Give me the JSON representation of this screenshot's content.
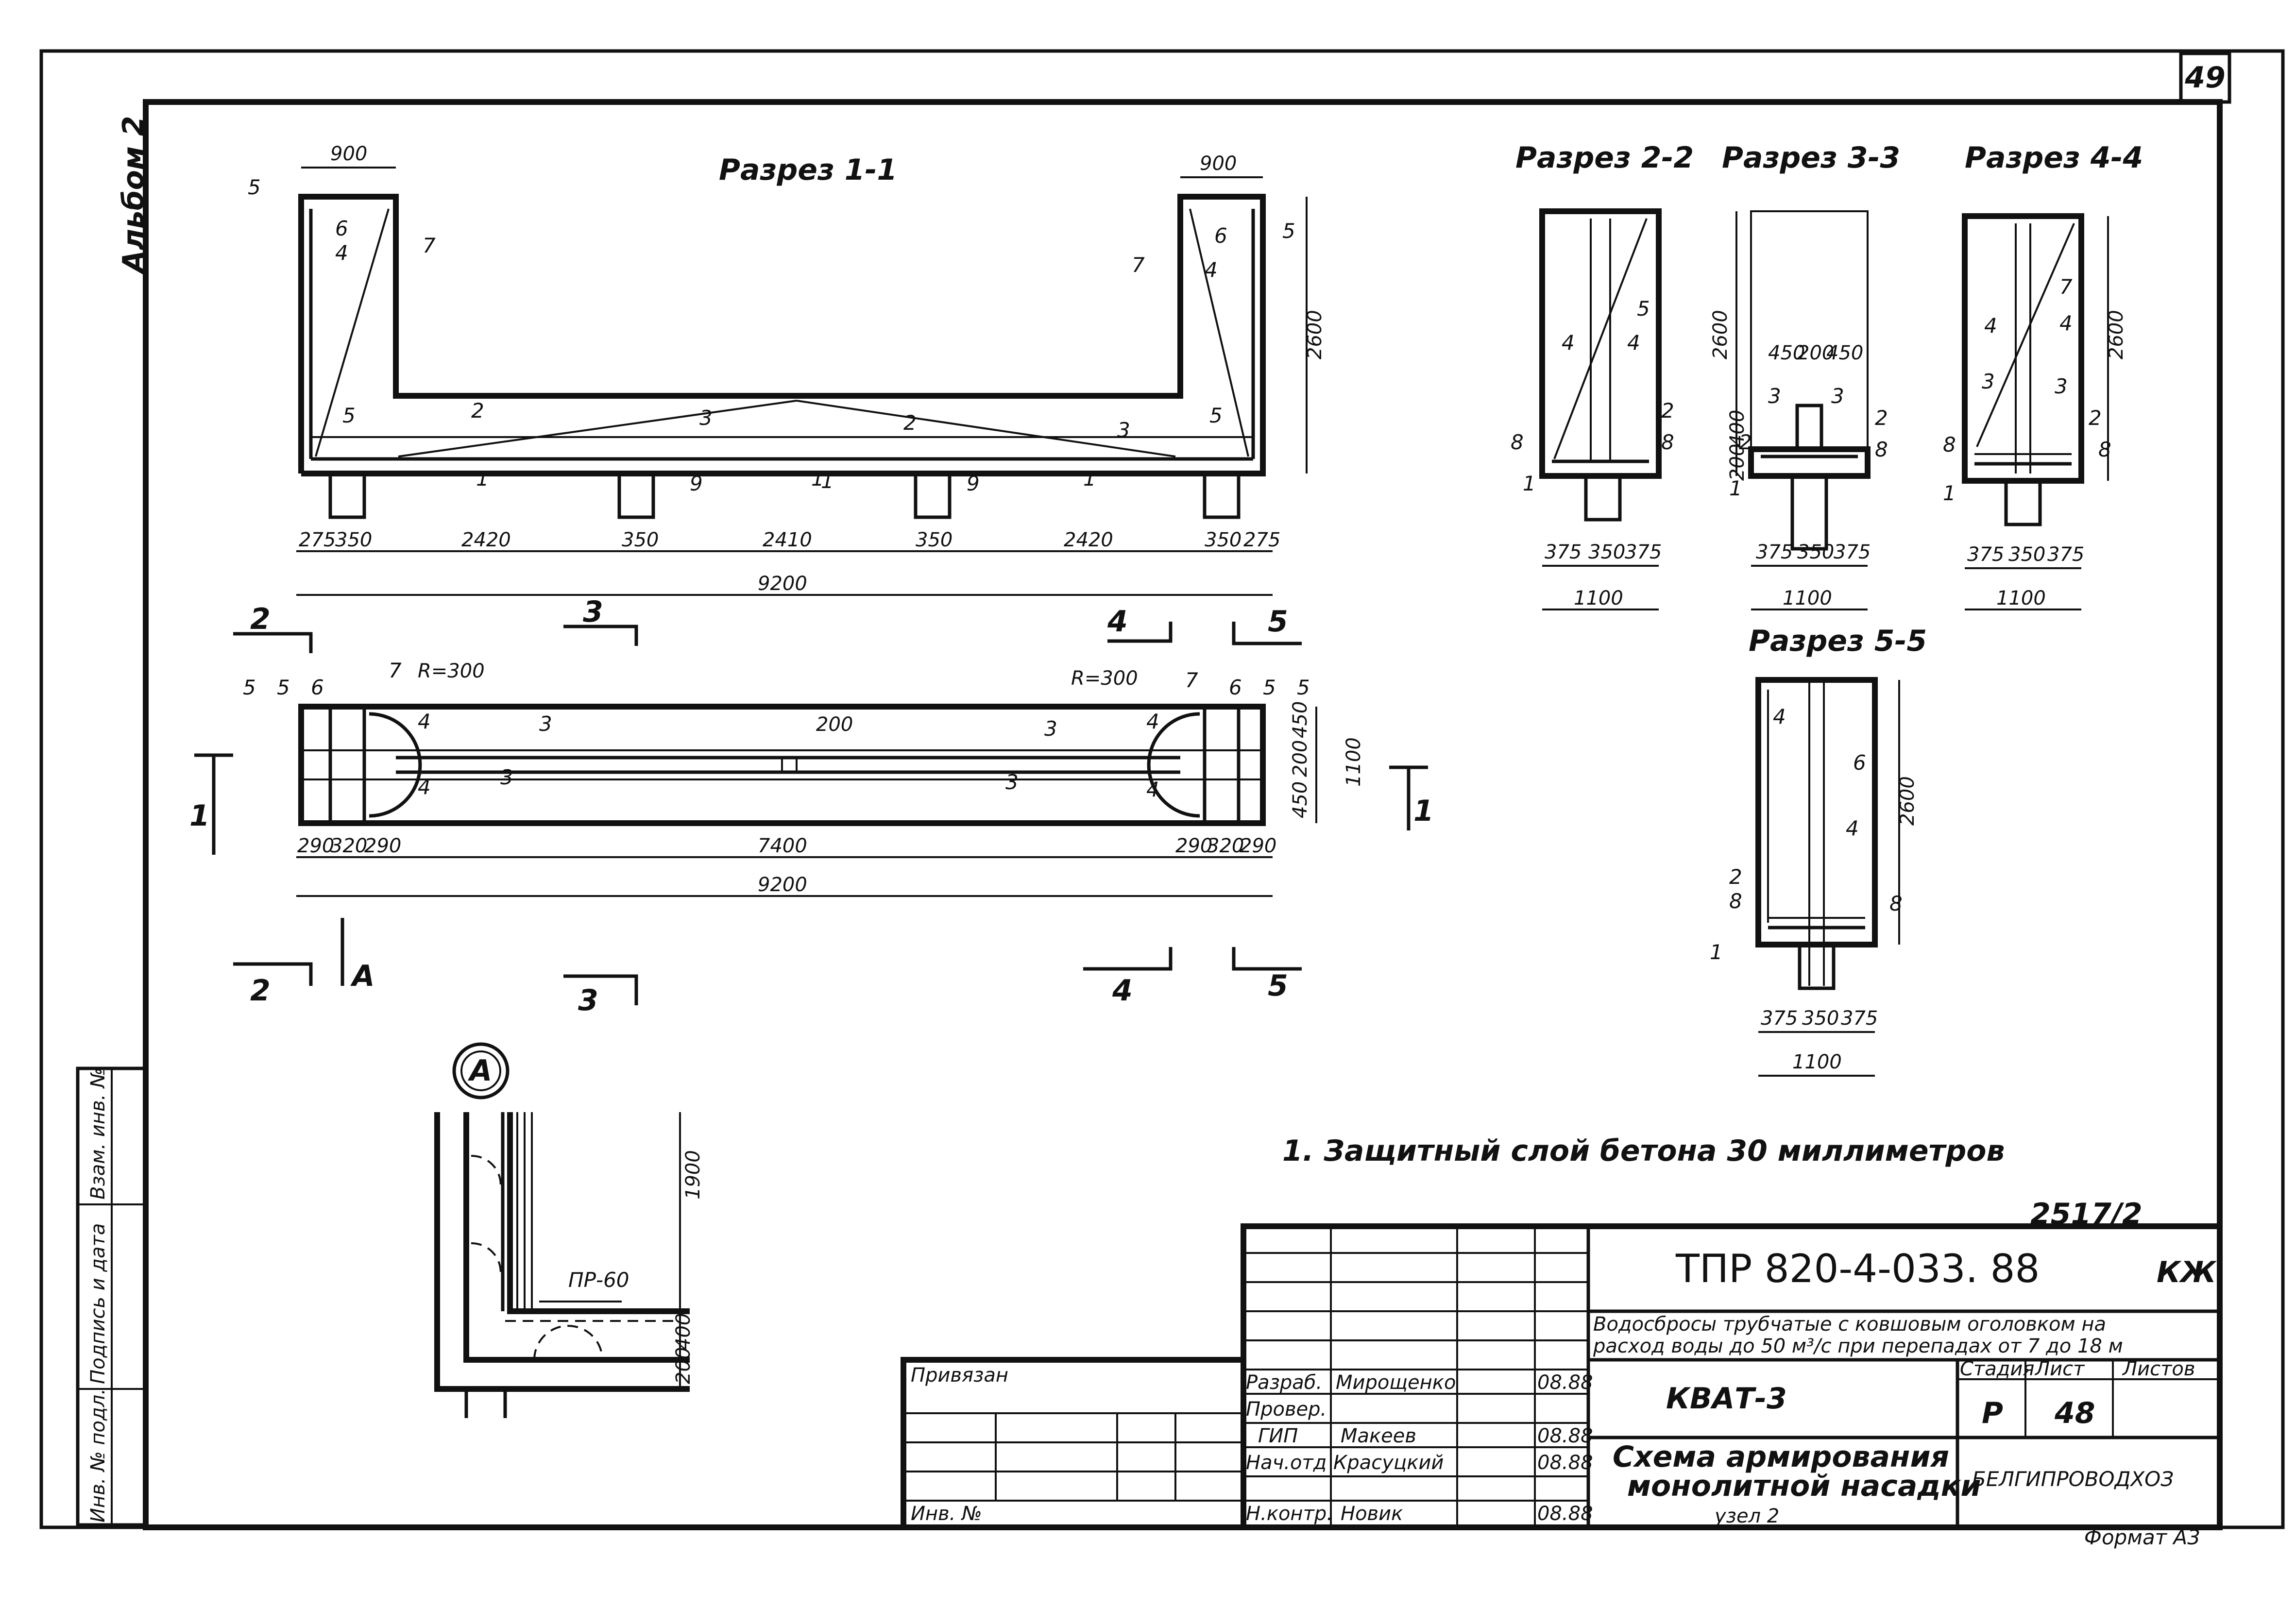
{
  "sheet": {
    "page_number": "49",
    "album": "Альбом 2",
    "doc_number": "2517/2",
    "format": "Формат А3"
  },
  "sections": {
    "s11": {
      "title": "Разрез 1-1",
      "dims_top": [
        "900",
        "900"
      ],
      "height": "2600",
      "dims_bottom": [
        "275",
        "350",
        "2420",
        "350",
        "2410",
        "350",
        "2420",
        "350",
        "275"
      ],
      "total": "9200",
      "labels": [
        "5",
        "6",
        "4",
        "7",
        "5",
        "2",
        "3",
        "1",
        "9",
        "1",
        "2",
        "3",
        "1",
        "9",
        "1",
        "6",
        "7",
        "4",
        "5",
        "5"
      ]
    },
    "plan": {
      "r_left": "R=300",
      "r_right": "R=300",
      "mid": "200",
      "width": "1100",
      "w_parts": [
        "450",
        "200",
        "450"
      ],
      "dims_bottom": [
        "290",
        "320",
        "290",
        "7400",
        "290",
        "320",
        "290"
      ],
      "total": "9200",
      "labels": [
        "5",
        "5",
        "6",
        "7",
        "4",
        "4",
        "3",
        "3",
        "3",
        "3",
        "4",
        "7",
        "6",
        "5",
        "5",
        "4"
      ]
    },
    "s22": {
      "title": "Разрез 2-2",
      "dims": [
        "375",
        "350",
        "375"
      ],
      "width": "1100",
      "labels": [
        "5",
        "4",
        "4",
        "2",
        "8",
        "8",
        "1"
      ]
    },
    "s33": {
      "title": "Разрез 3-3",
      "height": "2600",
      "top_dims": [
        "450",
        "200",
        "450"
      ],
      "side_dims": [
        "200",
        "400"
      ],
      "dims": [
        "375",
        "350",
        "375"
      ],
      "width": "1100",
      "labels": [
        "3",
        "3",
        "2",
        "2",
        "8",
        "1"
      ]
    },
    "s44": {
      "title": "Разрез 4-4",
      "height": "2600",
      "dims": [
        "375",
        "350",
        "375"
      ],
      "width": "1100",
      "labels": [
        "7",
        "4",
        "4",
        "3",
        "3",
        "2",
        "8",
        "8",
        "1"
      ]
    },
    "s55": {
      "title": "Разрез 5-5",
      "height": "2600",
      "dims": [
        "375",
        "350",
        "375"
      ],
      "width": "1100",
      "labels": [
        "4",
        "6",
        "4",
        "2",
        "8",
        "8",
        "1"
      ]
    },
    "detail": {
      "mark": "А",
      "height": "1900",
      "pr": "ПР-60",
      "base_dims": [
        "400",
        "200"
      ]
    }
  },
  "markers": {
    "cut_labels": [
      "2",
      "3",
      "4",
      "5",
      "1",
      "1",
      "2",
      "А",
      "3",
      "4",
      "5"
    ]
  },
  "note": "1. Защитный слой бетона 30 миллиметров",
  "titleblock": {
    "code": "ТПР 820-4-033. 88",
    "mark": "КЖ",
    "name_line1": "Водосбросы трубчатые с ковшовым оголовком на",
    "name_line2": "расход воды до 50 м³/с при перепадах от 7 до 18 м",
    "object": "КВАТ-3",
    "stage_label": "Стадия",
    "sheet_label": "Лист",
    "sheets_label": "Листов",
    "stage": "Р",
    "sheet": "48",
    "sheet_title_1": "Схема армирования",
    "sheet_title_2": "монолитной насадки",
    "sheet_title_3": "узел 2",
    "org": "БЕЛГИПРОВОДХОЗ",
    "privyazan": "Привязан",
    "inv_no": "Инв. №",
    "roles": [
      "Разраб.",
      "Провер.",
      "ГИП",
      "Нач.отд",
      "Н.контр."
    ],
    "names": [
      "Мирощенко",
      "",
      "Макеев",
      "Красуцкий",
      "Новик"
    ],
    "dates": [
      "08.88",
      "",
      "08.88",
      "08.88",
      "08.88"
    ],
    "side_stamp": [
      "Инв. № подл.",
      "Подпись и дата",
      "Взам. инв. №"
    ]
  }
}
